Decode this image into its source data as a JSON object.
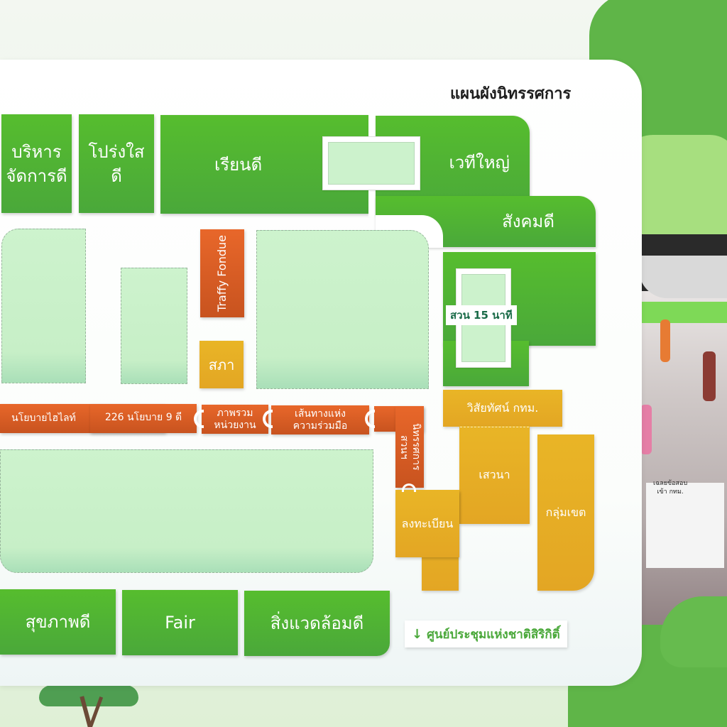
{
  "title": "แผนผังนิทรรศการ",
  "colors": {
    "green_zone": "#4fb233",
    "orange_zone": "#e0622a",
    "yellow_zone": "#e6ad25",
    "open_area": "#cdf3cd",
    "venue_text": "#4aa83a",
    "garden_tag_text": "#1a6b48"
  },
  "zones": {
    "top_row": [
      {
        "label": "บริหาร\nจัดการดี"
      },
      {
        "label": "โปร่งใส\nดี"
      },
      {
        "label": "เรียนดี"
      },
      {
        "label": "เวทีใหญ่"
      },
      {
        "label": "สังคมดี"
      }
    ],
    "garden": {
      "label": "สวน 15 นาที"
    },
    "middle_column": [
      {
        "label": "Traffy Fondue"
      },
      {
        "label": "สภา"
      }
    ],
    "orange_path": [
      {
        "label": "นโยบายไฮไลท์"
      },
      {
        "label": "226 นโยบาย 9 ดี"
      },
      {
        "label": "ภาพรวม\nหน่วยงาน"
      },
      {
        "label": "เส้นทางแห่ง\nความร่วมมือ"
      },
      {
        "label": "นิทรรศการ\nสวนฯ"
      }
    ],
    "yellow_zones": [
      {
        "label": "วิสัยทัศน์ กทม."
      },
      {
        "label": "เสวนา"
      },
      {
        "label": "กลุ่มเขต"
      },
      {
        "label": "ลงทะเบียน"
      }
    ],
    "bottom_row": [
      {
        "label": "สุขภาพดี"
      },
      {
        "label": "Fair"
      },
      {
        "label": "สิ่งแวดล้อมดี"
      }
    ]
  },
  "venue": {
    "icon": "arrow-down-icon",
    "arrow": "↓",
    "label": "ศูนย์ประชุมแห่งชาติสิริกิติ์"
  },
  "illustration": {
    "booth_sign": "เฉลยข้อสอบ\nเข้า กทม."
  }
}
